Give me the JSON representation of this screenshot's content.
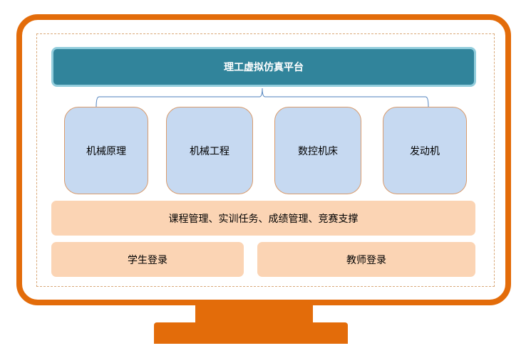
{
  "platform_title": "理工虚拟仿真平台",
  "modules": [
    "机械原理",
    "机械工程",
    "数控机床",
    "发动机"
  ],
  "management_bar": "课程管理、实训任务、成绩管理、竞赛支撑",
  "logins": {
    "student": "学生登录",
    "teacher": "教师登录"
  },
  "colors": {
    "frame": "#e36c0a",
    "title_bg": "#31849b",
    "module_bg": "#c6d9f1",
    "bar_bg": "#fbd4b4"
  }
}
